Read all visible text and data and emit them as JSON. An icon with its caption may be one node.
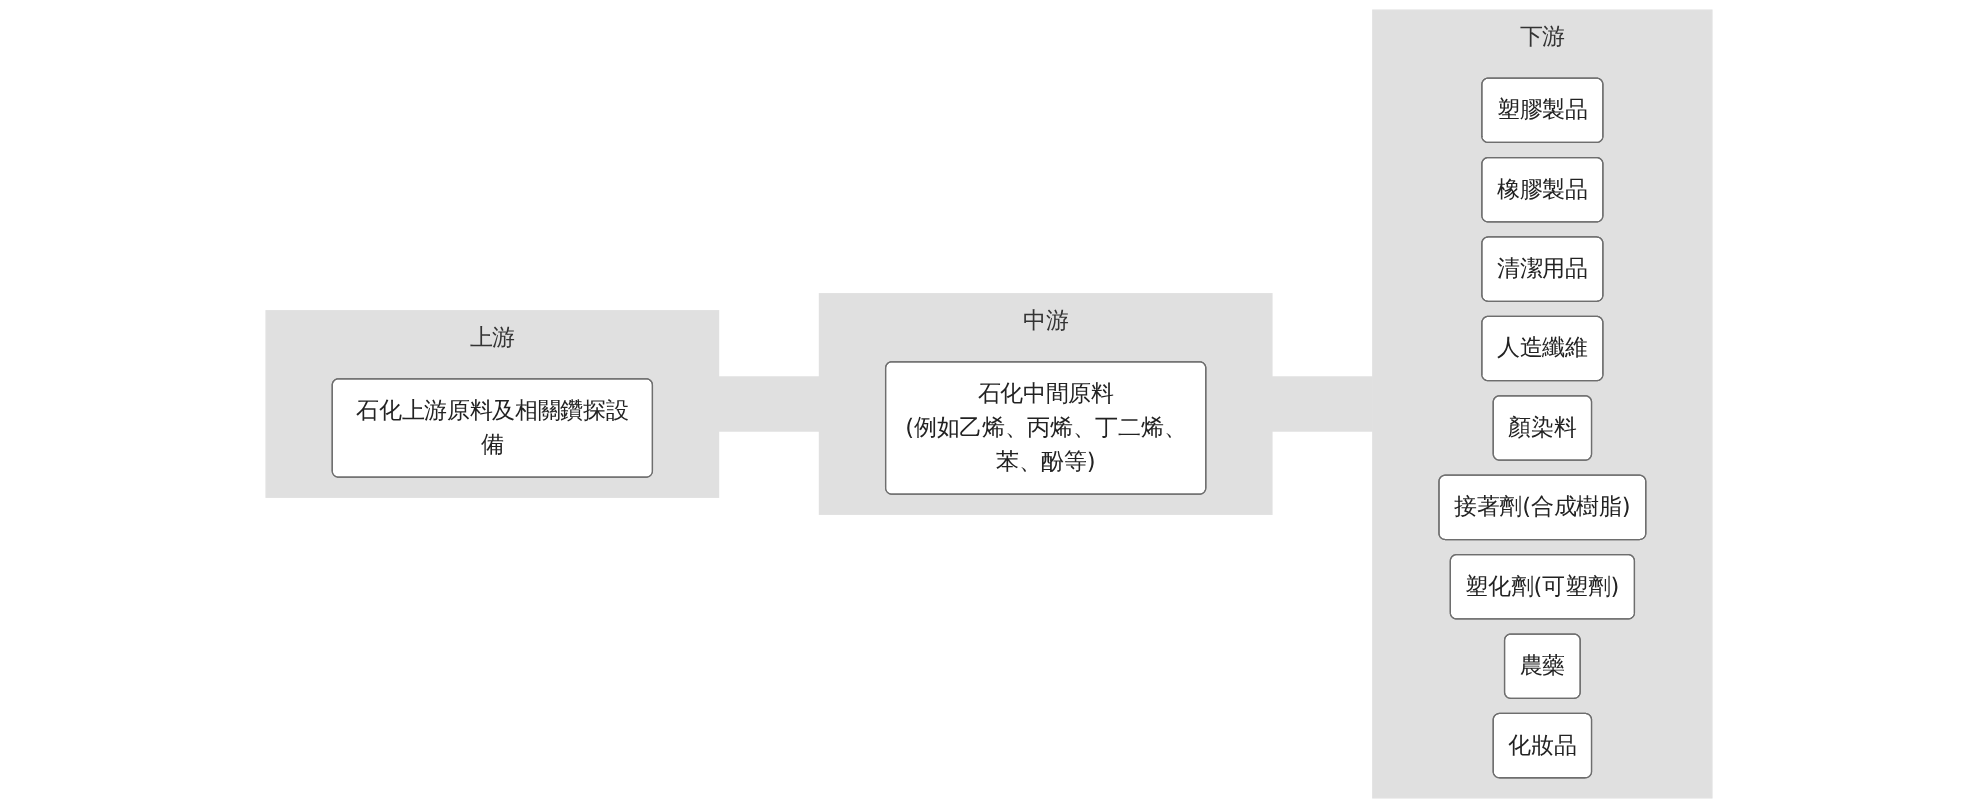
{
  "diagram": {
    "nodes": [
      {
        "text": [
          "上游"
        ]
      },
      {
        "text": [
          "石化上游原料及相關鑽探設備"
        ],
        "in": 0
      },
      {
        "text": [
          "中游"
        ]
      },
      {
        "text": [
          "石化中間原料",
          "(例如乙烯、丙烯、丁二烯、苯、酚等)"
        ],
        "in": 2
      },
      {
        "text": [
          "下游"
        ]
      },
      {
        "text": [
          "塑膠製品"
        ],
        "in": 4
      },
      {
        "text": [
          "橡膠製品"
        ],
        "in": 4
      },
      {
        "text": [
          "清潔用品"
        ],
        "in": 4
      },
      {
        "text": [
          "人造纖維"
        ],
        "in": 4
      },
      {
        "text": [
          "顏染料"
        ],
        "in": 4
      },
      {
        "text": [
          "接著劑(合成樹脂)"
        ],
        "in": 4
      },
      {
        "text": [
          "塑化劑(可塑劑)"
        ],
        "in": 4
      },
      {
        "text": [
          "農藥"
        ],
        "in": 4
      },
      {
        "text": [
          "化妝品"
        ],
        "in": 4
      }
    ],
    "edges": [
      {
        "from": 0,
        "to": 2,
        "arrow": "none"
      },
      {
        "from": 2,
        "to": 4,
        "arrow": "none"
      }
    ]
  }
}
